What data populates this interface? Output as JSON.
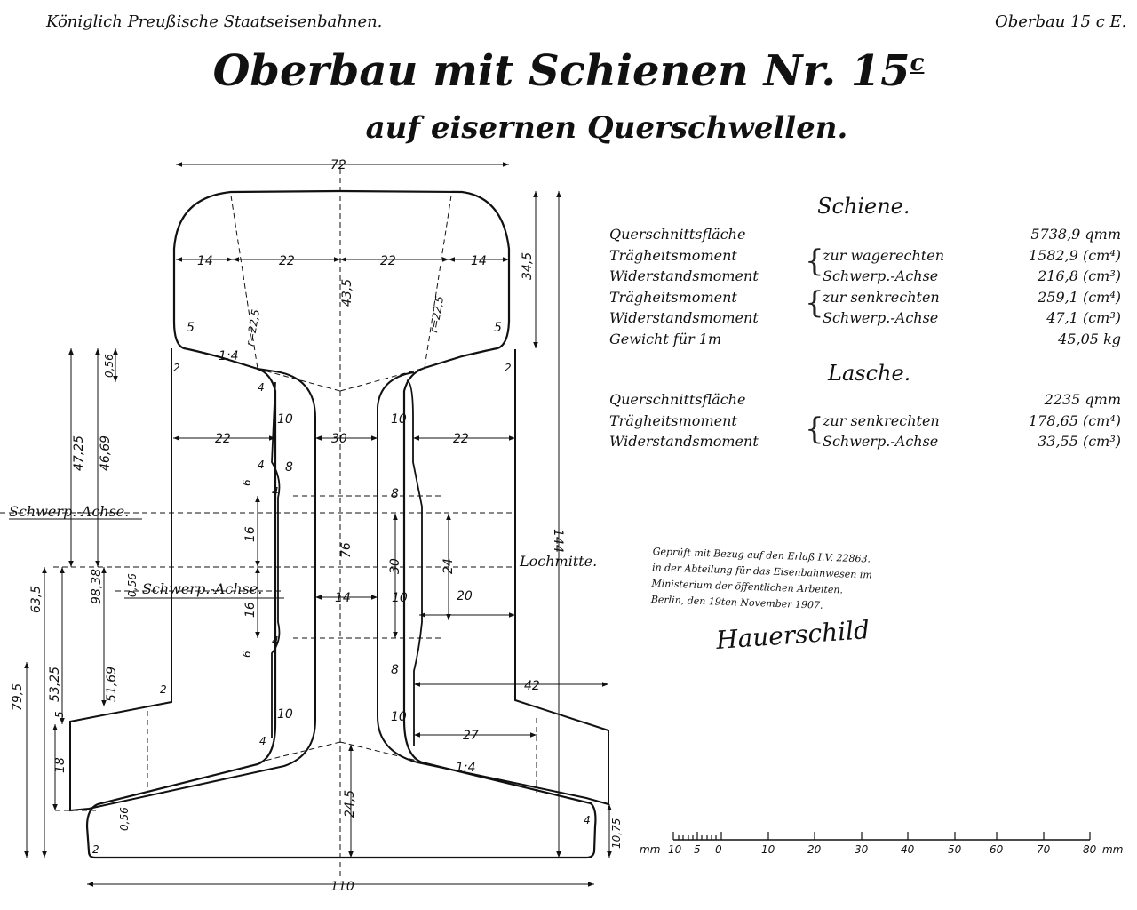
{
  "header": {
    "left": "Königlich Preußische Staatseisenbahnen.",
    "right": "Oberbau 15 c E."
  },
  "title": {
    "main": "Oberbau mit Schienen Nr. 15",
    "suffix": "c"
  },
  "subtitle": "auf eisernen Querschwellen.",
  "schiene": {
    "heading": "Schiene.",
    "rows": [
      {
        "label": "Querschnittsfläche",
        "axis": "",
        "value": "5738,9 qmm"
      },
      {
        "label": "Trägheitsmoment",
        "axis": "zur wagerechten",
        "value": "1582,9 (cm⁴)"
      },
      {
        "label": "Widerstandsmoment",
        "axis": "Schwerp.-Achse",
        "value": "216,8 (cm³)"
      },
      {
        "label": "Trägheitsmoment",
        "axis": "zur senkrechten",
        "value": "259,1 (cm⁴)"
      },
      {
        "label": "Widerstandsmoment",
        "axis": "Schwerp.-Achse",
        "value": "47,1 (cm³)"
      },
      {
        "label": "Gewicht für 1m",
        "axis": "",
        "value": "45,05 kg"
      }
    ]
  },
  "lasche": {
    "heading": "Lasche.",
    "rows": [
      {
        "label": "Querschnittsfläche",
        "axis": "",
        "value": "2235 qmm"
      },
      {
        "label": "Trägheitsmoment",
        "axis": "zur senkrechten",
        "value": "178,65 (cm⁴)"
      },
      {
        "label": "Widerstandsmoment",
        "axis": "Schwerp.-Achse",
        "value": "33,55 (cm³)"
      }
    ]
  },
  "approval": {
    "lines": [
      "Geprüft mit Bezug auf den Erlaß I.V. 22863.",
      "in der Abteilung für das Eisenbahnwesen im",
      "Ministerium der öffentlichen Arbeiten.",
      "Berlin, den 19ten November 1907."
    ],
    "signature": "Hauerschild"
  },
  "labels": {
    "schwerp_achse_1": "Schwerp.-Achse.",
    "schwerp_achse_2": "Schwerp.-Achse.",
    "lochmitte": "Lochmitte."
  },
  "dimensions": {
    "top_width": "72",
    "head_14_l": "14",
    "head_22_l": "22",
    "head_22_r": "22",
    "head_14_r": "14",
    "head_height": "34,5",
    "center_43": "43,5",
    "r_l": "r=22,5",
    "r_r": "r=22,5",
    "r5_l": "5",
    "r5_r": "5",
    "slope_1_4_top": "1:4",
    "v_056_top": "0,56",
    "r4_a": "4",
    "r10_a": "10",
    "r10_b": "10",
    "w22_l": "22",
    "w30": "30",
    "w22_r": "22",
    "v4725": "47,25",
    "v4669": "46,69",
    "d4_b": "4",
    "d8_a": "8",
    "d6_a": "6",
    "total_height": "144",
    "d16_a": "16",
    "d76": "76",
    "d30_r": "30",
    "d24_r": "24",
    "v9838": "98,38",
    "v056_mid": "0,56",
    "d14": "14",
    "d10_mid": "10",
    "d20": "20",
    "d16_b": "16",
    "d4_c": "4",
    "d6_b": "6",
    "d8_b": "8",
    "d4_d": "4",
    "v795": "79,5",
    "v635": "63,5",
    "v5325": "53,25",
    "v5169": "51,69",
    "d2_a": "2",
    "d42": "42",
    "d5_l": "5",
    "d2_b": "2",
    "d10_c": "10",
    "d10_d": "10",
    "d27": "27",
    "d18": "18",
    "d4_e": "4",
    "slope_1_4_bot": "1:4",
    "d2_c": "2",
    "d245": "24,5",
    "v056_bot": "0,56",
    "d4_f": "4",
    "d1075": "10,75",
    "d2_d": "2",
    "bottom_width": "110"
  },
  "scale": {
    "unit_left": "mm",
    "unit_right": "mm",
    "ticks": [
      "10",
      "5",
      "0",
      "10",
      "20",
      "30",
      "40",
      "50",
      "60",
      "70",
      "80"
    ]
  }
}
